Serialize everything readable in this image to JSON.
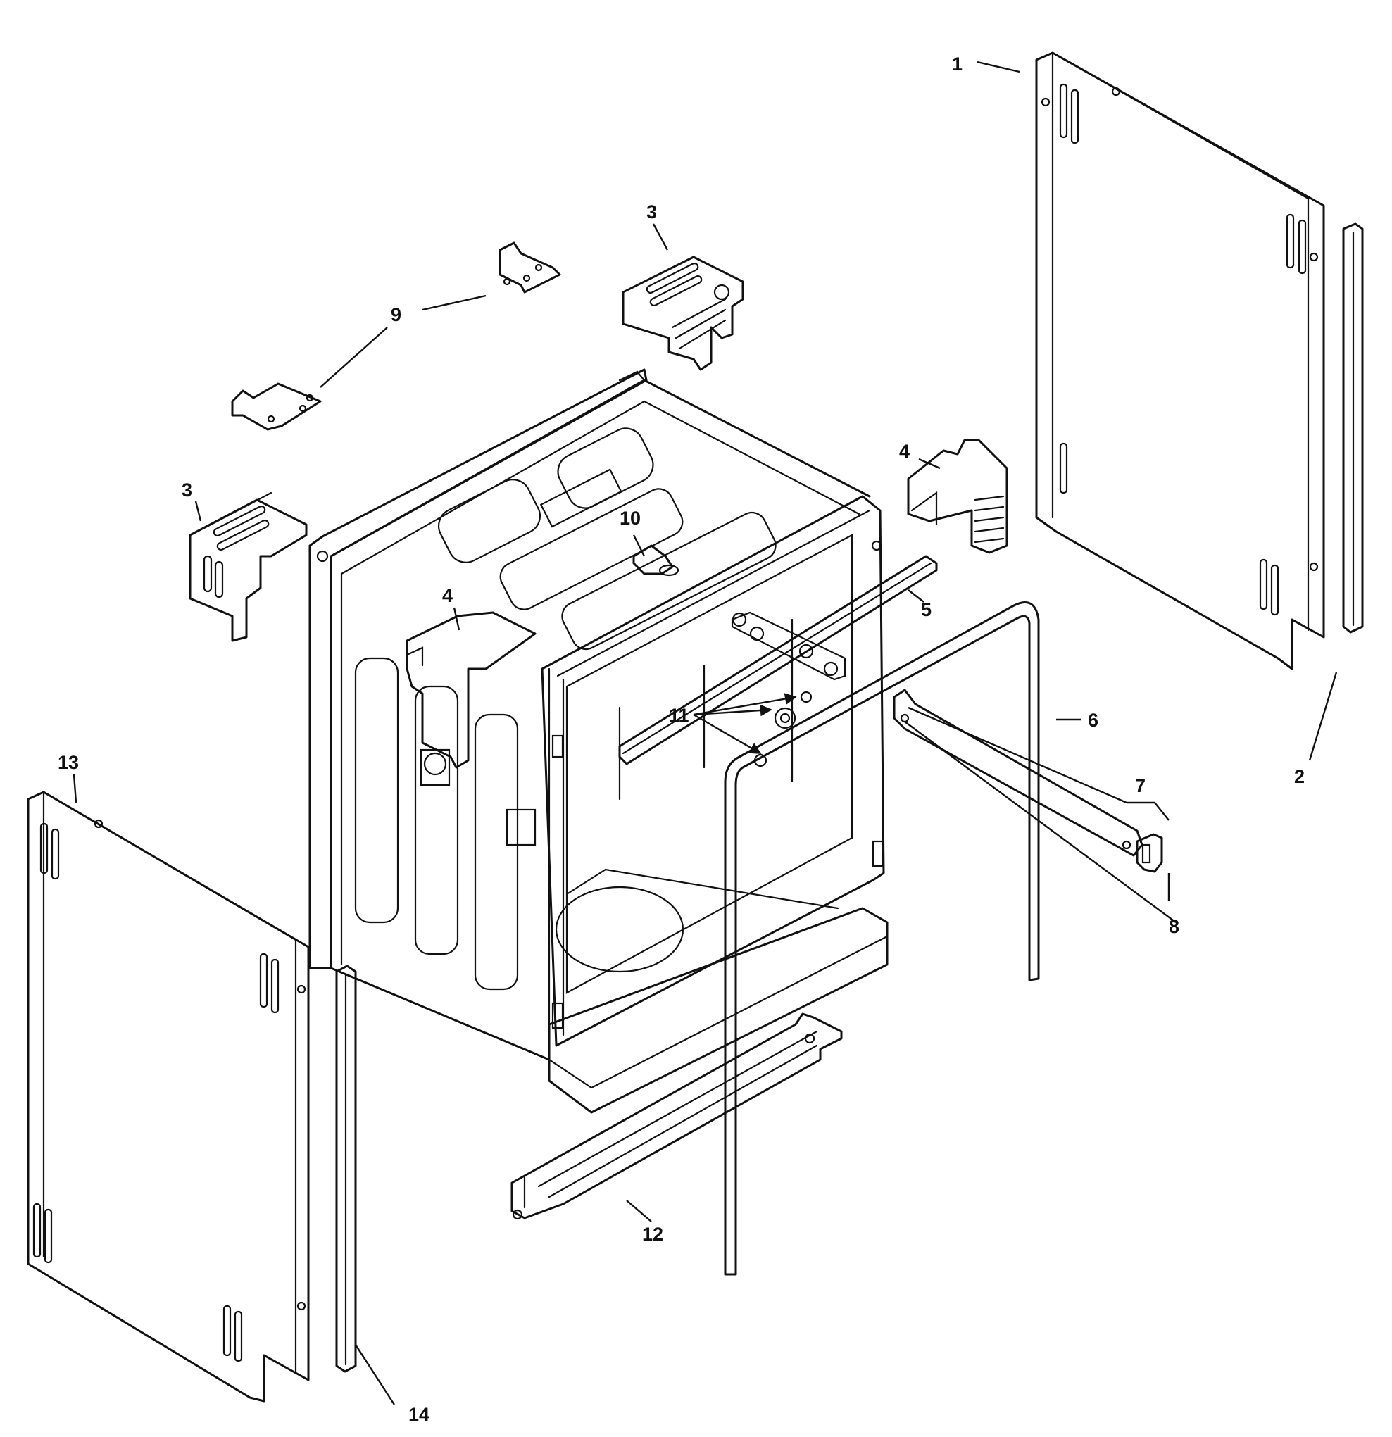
{
  "callouts": {
    "c1": "1",
    "c2": "2",
    "c3a": "3",
    "c3b": "3",
    "c4a": "4",
    "c4b": "4",
    "c5": "5",
    "c6": "6",
    "c7": "7",
    "c8": "8",
    "c9": "9",
    "c10": "10",
    "c11": "11",
    "c12": "12",
    "c13": "13",
    "c14": "14"
  }
}
